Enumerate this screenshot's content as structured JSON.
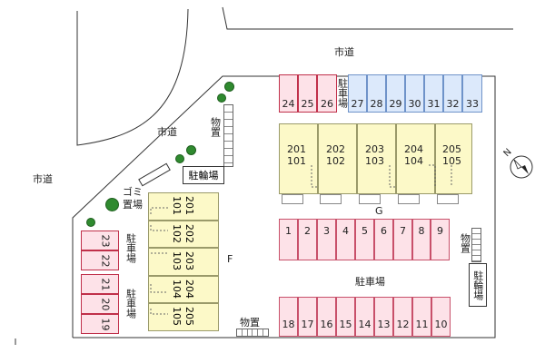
{
  "roads": [
    "市道",
    "市道",
    "市道"
  ],
  "labels": {
    "bicycle_parking": "駐輪場",
    "storage": "物置",
    "garbage": "ゴミ置場",
    "parking": "駐車場",
    "building_g": "G",
    "building_f": "F"
  },
  "top_pink_spaces": [
    "24",
    "25",
    "26"
  ],
  "top_blue_spaces": [
    "27",
    "28",
    "29",
    "30",
    "31",
    "32",
    "33"
  ],
  "building_g_units": [
    [
      "201",
      "101"
    ],
    [
      "202",
      "102"
    ],
    [
      "203",
      "103"
    ],
    [
      "204",
      "104"
    ],
    [
      "205",
      "105"
    ]
  ],
  "row_1_9": [
    "1",
    "2",
    "3",
    "4",
    "5",
    "6",
    "7",
    "8",
    "9"
  ],
  "row_18_10": [
    "18",
    "17",
    "16",
    "15",
    "14",
    "13",
    "12",
    "11",
    "10"
  ],
  "left_spaces_top": [
    "23",
    "22"
  ],
  "left_spaces_bottom": [
    "21",
    "20",
    "19"
  ],
  "building_f_units": [
    [
      "201",
      "101"
    ],
    [
      "202",
      "102"
    ],
    [
      "203",
      "103"
    ],
    [
      "204",
      "104"
    ],
    [
      "205",
      "105"
    ]
  ],
  "compass": "N"
}
